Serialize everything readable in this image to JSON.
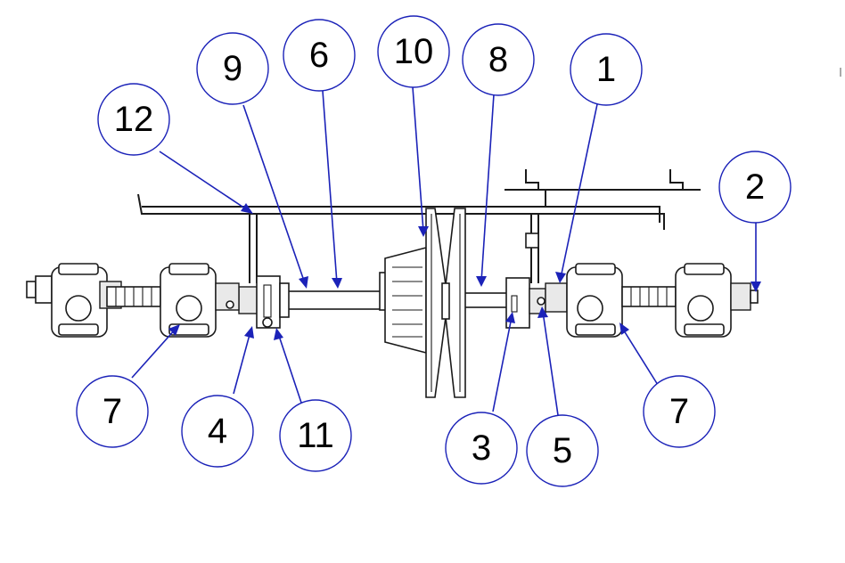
{
  "diagram": {
    "callouts": [
      {
        "id": "12",
        "label": "12"
      },
      {
        "id": "9",
        "label": "9"
      },
      {
        "id": "6",
        "label": "6"
      },
      {
        "id": "10",
        "label": "10"
      },
      {
        "id": "8",
        "label": "8"
      },
      {
        "id": "1",
        "label": "1"
      },
      {
        "id": "2",
        "label": "2"
      },
      {
        "id": "7a",
        "label": "7"
      },
      {
        "id": "4",
        "label": "4"
      },
      {
        "id": "11",
        "label": "11"
      },
      {
        "id": "3",
        "label": "3"
      },
      {
        "id": "5",
        "label": "5"
      },
      {
        "id": "7b",
        "label": "7"
      }
    ],
    "colors": {
      "leader": "#1b22b8",
      "bubble_outline": "#1b22b8",
      "part_line": "#1a1a1a",
      "background": "#ffffff"
    }
  }
}
